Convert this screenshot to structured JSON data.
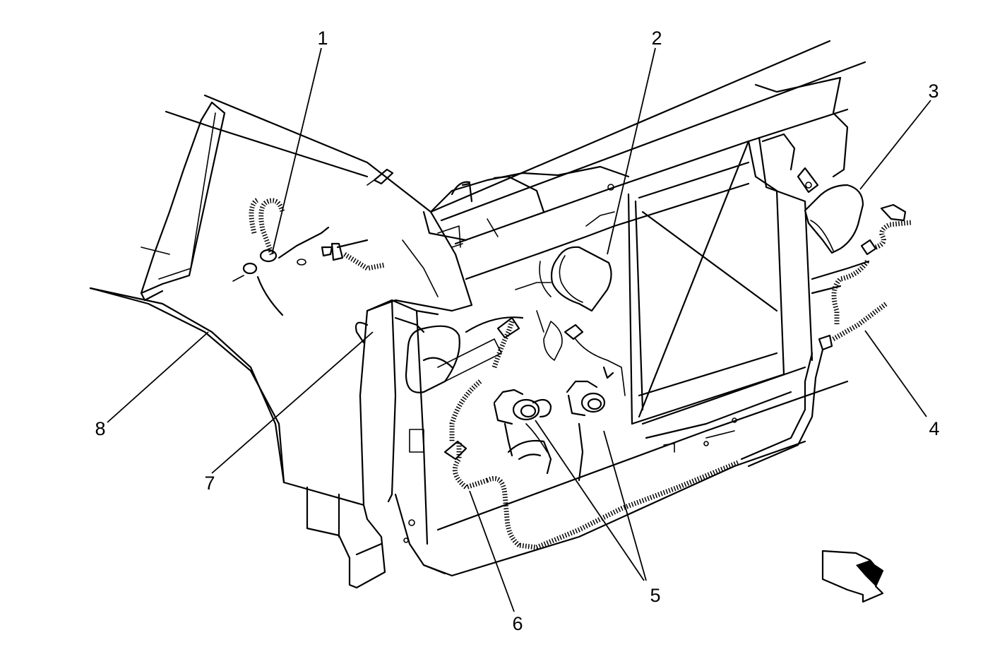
{
  "callouts": {
    "c1": "1",
    "c2": "2",
    "c3": "3",
    "c4": "4",
    "c5": "5",
    "c6": "6",
    "c7": "7",
    "c8": "8"
  },
  "icons": {
    "direction_arrow": "arrow-down-right-icon"
  }
}
